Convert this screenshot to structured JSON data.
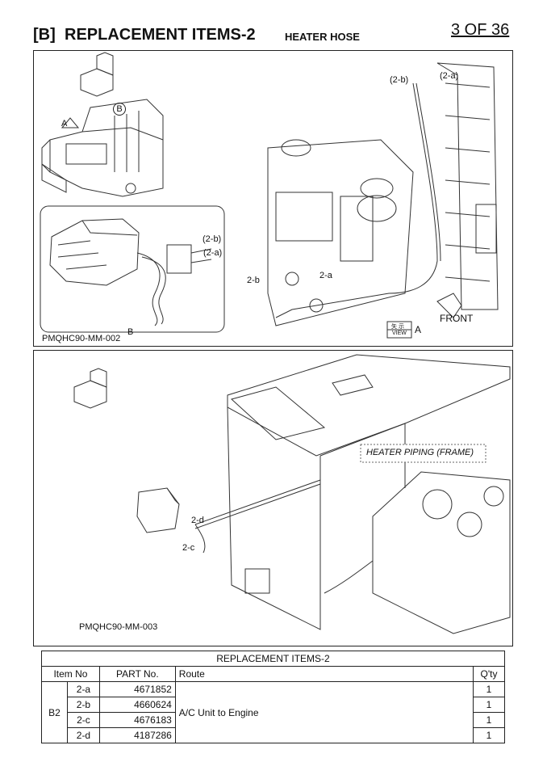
{
  "header": {
    "bracket": "[B]",
    "title": "REPLACEMENT ITEMS-2",
    "subtitle": "HEATER HOSE",
    "page": "3 OF 36"
  },
  "figure1": {
    "caption": "PMQHC90-MM-002",
    "callouts": {
      "a": "A",
      "b": "B",
      "b_circle": "B",
      "two_b_top": "(2-b)",
      "two_a_top": "(2-a)",
      "two_b_detail": "(2-b)",
      "two_a_detail": "(2-a)",
      "two_b_engine": "2-b",
      "two_a_engine": "2-a",
      "front": "FRONT",
      "view_kanji": "矢 示",
      "view": "VIEW",
      "view_letter": "A"
    }
  },
  "figure2": {
    "caption": "PMQHC90-MM-003",
    "callouts": {
      "heater_piping": "HEATER PIPING (FRAME)",
      "two_d": "2-d",
      "two_c": "2-c"
    }
  },
  "table": {
    "title": "REPLACEMENT ITEMS-2",
    "headers": {
      "item_no": "Item No",
      "part_no": "PART No.",
      "route": "Route",
      "qty": "Q'ty"
    },
    "group": "B2",
    "route": "A/C Unit to Engine",
    "rows": [
      {
        "item": "2-a",
        "part": "4671852",
        "qty": "1"
      },
      {
        "item": "2-b",
        "part": "4660624",
        "qty": "1"
      },
      {
        "item": "2-c",
        "part": "4676183",
        "qty": "1"
      },
      {
        "item": "2-d",
        "part": "4187286",
        "qty": "1"
      }
    ]
  }
}
